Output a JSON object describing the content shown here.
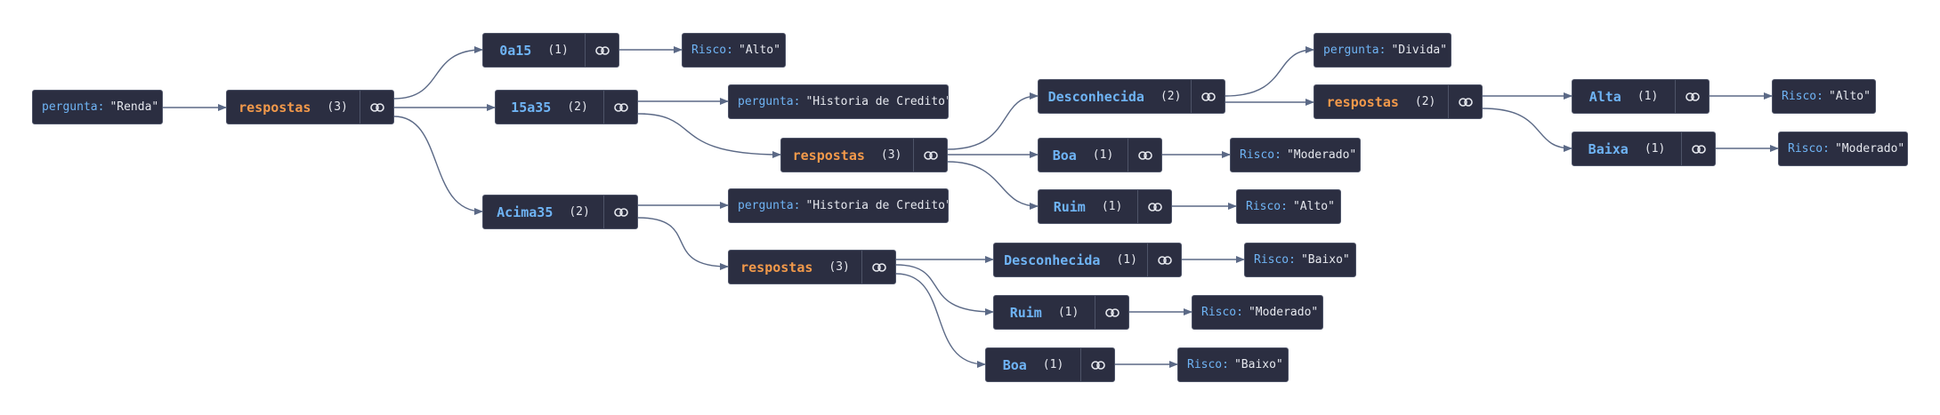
{
  "nodes": {
    "root": {
      "key": "pergunta:",
      "value": "\"Renda\""
    },
    "resp1": {
      "label": "respostas",
      "count": "(3)"
    },
    "n0a15": {
      "label": "0a15",
      "count": "(1)"
    },
    "r0a15": {
      "key": "Risco:",
      "value": "\"Alto\""
    },
    "n15a35": {
      "label": "15a35",
      "count": "(2)"
    },
    "q15": {
      "key": "pergunta:",
      "value": "\"Historia de Credito\""
    },
    "resp15": {
      "label": "respostas",
      "count": "(3)"
    },
    "desc15": {
      "label": "Desconhecida",
      "count": "(2)"
    },
    "qdiv": {
      "key": "pergunta:",
      "value": "\"Divida\""
    },
    "respdiv": {
      "label": "respostas",
      "count": "(2)"
    },
    "alta": {
      "label": "Alta",
      "count": "(1)"
    },
    "ralta": {
      "key": "Risco:",
      "value": "\"Alto\""
    },
    "baixa": {
      "label": "Baixa",
      "count": "(1)"
    },
    "rbaixa": {
      "key": "Risco:",
      "value": "\"Moderado\""
    },
    "boa15": {
      "label": "Boa",
      "count": "(1)"
    },
    "rboa15": {
      "key": "Risco:",
      "value": "\"Moderado\""
    },
    "ruim15": {
      "label": "Ruim",
      "count": "(1)"
    },
    "rruim15": {
      "key": "Risco:",
      "value": "\"Alto\""
    },
    "acima": {
      "label": "Acima35",
      "count": "(2)"
    },
    "qac": {
      "key": "pergunta:",
      "value": "\"Historia de Credito\""
    },
    "respac": {
      "label": "respostas",
      "count": "(3)"
    },
    "descac": {
      "label": "Desconhecida",
      "count": "(1)"
    },
    "rdescac": {
      "key": "Risco:",
      "value": "\"Baixo\""
    },
    "ruimac": {
      "label": "Ruim",
      "count": "(1)"
    },
    "rruimac": {
      "key": "Risco:",
      "value": "\"Moderado\""
    },
    "boaac": {
      "label": "Boa",
      "count": "(1)"
    },
    "rboaac": {
      "key": "Risco:",
      "value": "\"Baixo\""
    }
  },
  "icons": {
    "link": "link-icon"
  },
  "colors": {
    "node_bg": "#2b2e41",
    "key": "#6fb4f5",
    "respostas": "#f2994a",
    "edge": "#5b6986"
  }
}
